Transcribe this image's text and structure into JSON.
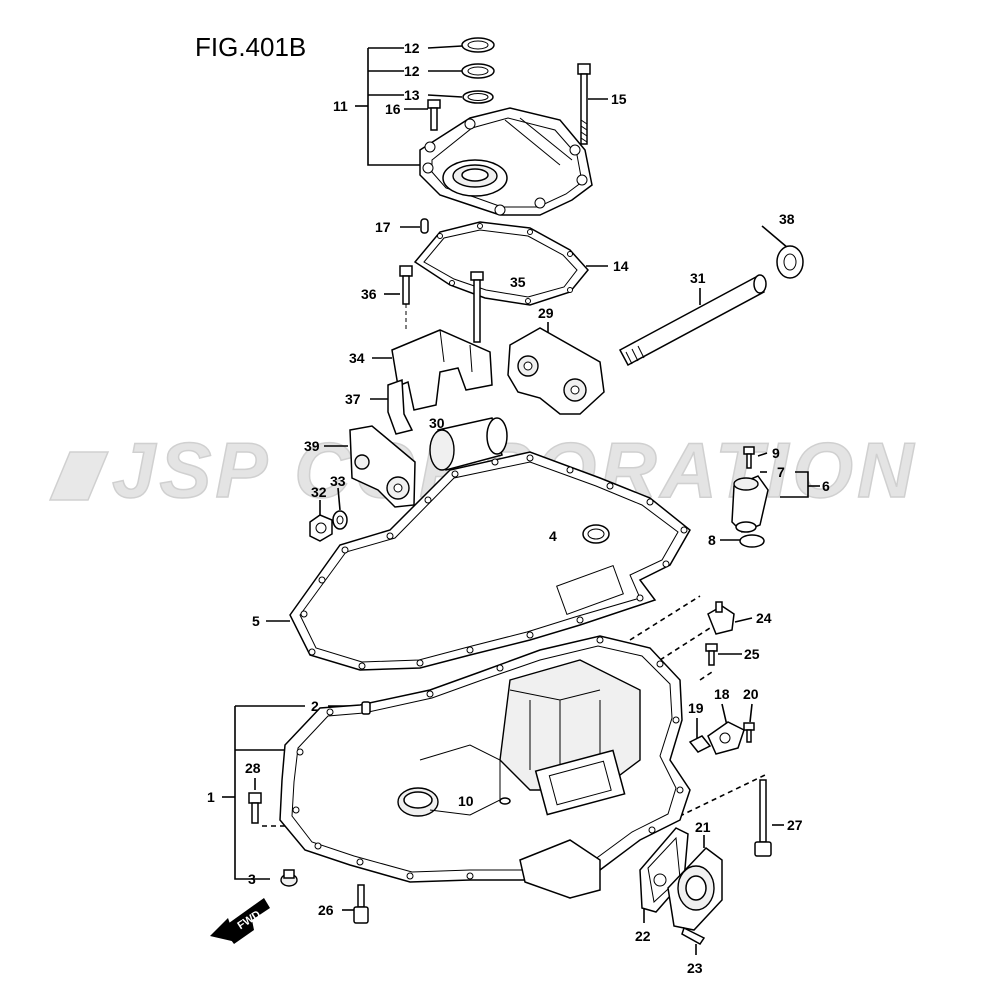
{
  "figure": {
    "title": "FIG.401B"
  },
  "watermark": {
    "text": "JSP CORPORATION"
  },
  "direction_badge": {
    "text": "FWD"
  },
  "callouts": {
    "c1": "1",
    "c2": "2",
    "c3": "3",
    "c4": "4",
    "c5": "5",
    "c6": "6",
    "c7": "7",
    "c8": "8",
    "c9": "9",
    "c10": "10",
    "c11": "11",
    "c12a": "12",
    "c12b": "12",
    "c13": "13",
    "c14": "14",
    "c15": "15",
    "c16": "16",
    "c17": "17",
    "c18": "18",
    "c19": "19",
    "c20": "20",
    "c21": "21",
    "c22": "22",
    "c23": "23",
    "c24": "24",
    "c25": "25",
    "c26": "26",
    "c27": "27",
    "c28": "28",
    "c29": "29",
    "c30": "30",
    "c31": "31",
    "c32": "32",
    "c33": "33",
    "c34": "34",
    "c35": "35",
    "c36": "36",
    "c37": "37",
    "c38": "38",
    "c39": "39"
  }
}
